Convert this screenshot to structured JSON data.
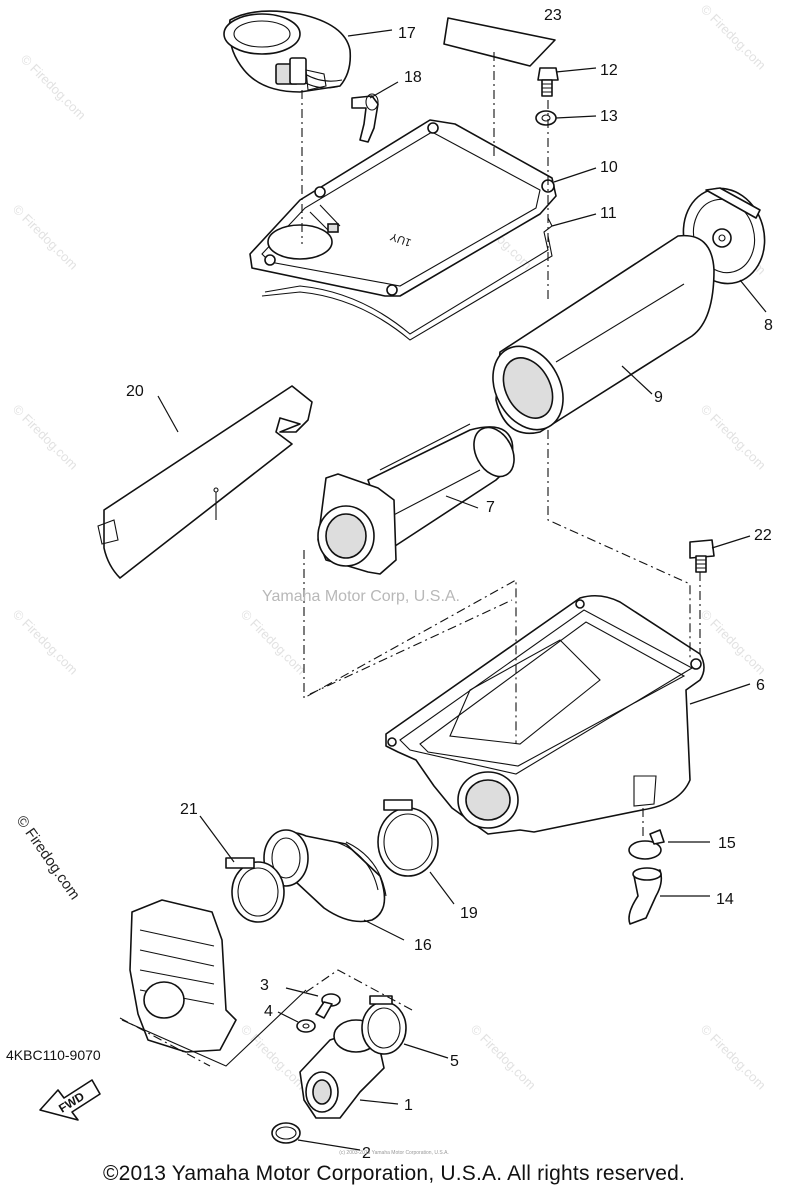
{
  "diagram": {
    "model_code": "4KBC110-9070",
    "copyright": "©2013 Yamaha Motor Corporation, U.S.A. All rights reserved.",
    "center_watermark": "Yamaha Motor Corp, U.S.A.",
    "fine_print": "(c) 2003-2013 Yamaha Motor Corporation, U.S.A.",
    "side_watermark": "© Firedog.com",
    "tile_watermark": "© Firedog.com",
    "fwd_label": "FWD",
    "box_stamp": "1UY",
    "callouts": [
      "1",
      "2",
      "3",
      "4",
      "5",
      "6",
      "7",
      "8",
      "9",
      "10",
      "11",
      "12",
      "13",
      "14",
      "15",
      "16",
      "17",
      "18",
      "19",
      "20",
      "21",
      "22",
      "23"
    ]
  }
}
